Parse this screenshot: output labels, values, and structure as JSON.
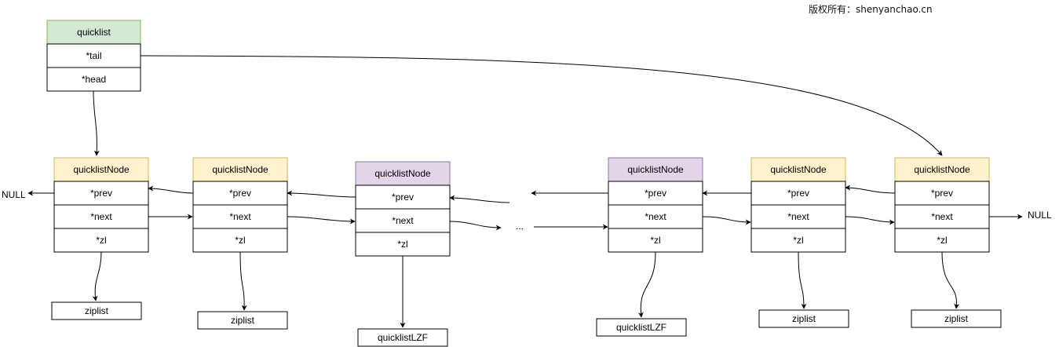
{
  "copyright": "版权所有：shenyanchao.cn",
  "quicklist": {
    "title": "quicklist",
    "fields": [
      "*tail",
      "*head"
    ]
  },
  "nodes": [
    {
      "title": "quicklistNode",
      "kind": "plain",
      "fields": [
        "*prev",
        "*next",
        "*zl"
      ],
      "target": "ziplist"
    },
    {
      "title": "quicklistNode",
      "kind": "plain",
      "fields": [
        "*prev",
        "*next",
        "*zl"
      ],
      "target": "ziplist"
    },
    {
      "title": "quicklistNode",
      "kind": "compressed",
      "fields": [
        "*prev",
        "*next",
        "*zl"
      ],
      "target": "quicklistLZF"
    },
    {
      "title": "quicklistNode",
      "kind": "compressed",
      "fields": [
        "*prev",
        "*next",
        "*zl"
      ],
      "target": "quicklistLZF"
    },
    {
      "title": "quicklistNode",
      "kind": "plain",
      "fields": [
        "*prev",
        "*next",
        "*zl"
      ],
      "target": "ziplist"
    },
    {
      "title": "quicklistNode",
      "kind": "plain",
      "fields": [
        "*prev",
        "*next",
        "*zl"
      ],
      "target": "ziplist"
    }
  ],
  "null_left": "NULL",
  "null_right": "NULL",
  "ellipsis": "...",
  "colors": {
    "quicklist_header": "#d5e8d4",
    "node_header": "#fff2cc",
    "compressed_header": "#e1d5e7",
    "border": "#000000"
  }
}
